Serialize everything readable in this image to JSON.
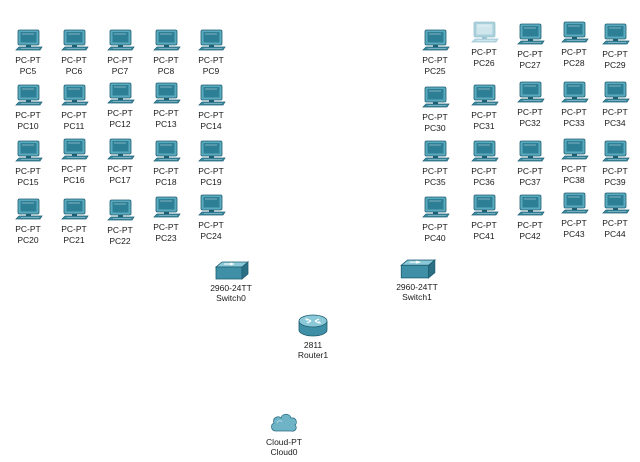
{
  "workspace": {
    "pcs": [
      {
        "type": "PC-PT",
        "name": "PC5"
      },
      {
        "type": "PC-PT",
        "name": "PC6"
      },
      {
        "type": "PC-PT",
        "name": "PC7"
      },
      {
        "type": "PC-PT",
        "name": "PC8"
      },
      {
        "type": "PC-PT",
        "name": "PC9"
      },
      {
        "type": "PC-PT",
        "name": "PC10"
      },
      {
        "type": "PC-PT",
        "name": "PC11"
      },
      {
        "type": "PC-PT",
        "name": "PC12"
      },
      {
        "type": "PC-PT",
        "name": "PC13"
      },
      {
        "type": "PC-PT",
        "name": "PC14"
      },
      {
        "type": "PC-PT",
        "name": "PC15"
      },
      {
        "type": "PC-PT",
        "name": "PC16"
      },
      {
        "type": "PC-PT",
        "name": "PC17"
      },
      {
        "type": "PC-PT",
        "name": "PC18"
      },
      {
        "type": "PC-PT",
        "name": "PC19"
      },
      {
        "type": "PC-PT",
        "name": "PC20"
      },
      {
        "type": "PC-PT",
        "name": "PC21"
      },
      {
        "type": "PC-PT",
        "name": "PC22"
      },
      {
        "type": "PC-PT",
        "name": "PC23"
      },
      {
        "type": "PC-PT",
        "name": "PC24"
      },
      {
        "type": "PC-PT",
        "name": "PC25"
      },
      {
        "type": "PC-PT",
        "name": "PC26",
        "faded": true
      },
      {
        "type": "PC-PT",
        "name": "PC27"
      },
      {
        "type": "PC-PT",
        "name": "PC28"
      },
      {
        "type": "PC-PT",
        "name": "PC29"
      },
      {
        "type": "PC-PT",
        "name": "PC30"
      },
      {
        "type": "PC-PT",
        "name": "PC31"
      },
      {
        "type": "PC-PT",
        "name": "PC32"
      },
      {
        "type": "PC-PT",
        "name": "PC33"
      },
      {
        "type": "PC-PT",
        "name": "PC34"
      },
      {
        "type": "PC-PT",
        "name": "PC35"
      },
      {
        "type": "PC-PT",
        "name": "PC36"
      },
      {
        "type": "PC-PT",
        "name": "PC37"
      },
      {
        "type": "PC-PT",
        "name": "PC38"
      },
      {
        "type": "PC-PT",
        "name": "PC39"
      },
      {
        "type": "PC-PT",
        "name": "PC40"
      },
      {
        "type": "PC-PT",
        "name": "PC41"
      },
      {
        "type": "PC-PT",
        "name": "PC42"
      },
      {
        "type": "PC-PT",
        "name": "PC43"
      },
      {
        "type": "PC-PT",
        "name": "PC44"
      }
    ],
    "switch0": {
      "model": "2960-24TT",
      "name": "Switch0"
    },
    "switch1": {
      "model": "2960-24TT",
      "name": "Switch1"
    },
    "router": {
      "model": "2811",
      "name": "Router1"
    },
    "cloud": {
      "model": "Cloud-PT",
      "name": "Cloud0"
    }
  },
  "colors": {
    "device_teal": "#3f8fa6",
    "device_dark": "#1f5f73",
    "device_light": "#7fc3d4",
    "faded_device": "#b9dbe4",
    "label_text": "#1a1a1a",
    "background": "#ffffff"
  },
  "icons": {
    "pc": "pc-workstation-icon",
    "switch": "switch-icon",
    "router": "router-icon",
    "cloud": "cloud-icon"
  }
}
